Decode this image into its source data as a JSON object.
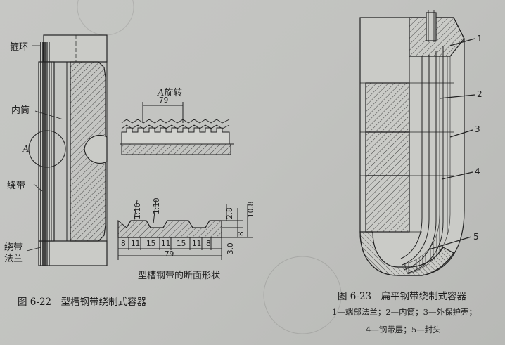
{
  "left_figure": {
    "labels": {
      "hoop_ring": "箍环",
      "inner_cylinder": "内筒",
      "detail_mark": "A",
      "strip": "绕带",
      "strip_flange_line1": "绕带",
      "strip_flange_line2": "法兰"
    },
    "caption": "图 6-22　型槽钢带绕制式容器"
  },
  "section_detail": {
    "title_prefix": "A",
    "title_suffix": "旋转",
    "top_width": "79",
    "slope_1": "1:10",
    "slope_2": "1:10",
    "dims_right": [
      "2.8",
      "10.8",
      "8",
      "3.0"
    ],
    "dims_bottom": [
      "8",
      "11",
      "15",
      "11",
      "15",
      "11",
      "8"
    ],
    "total_width": "79",
    "subcaption": "型槽钢带的断面形状"
  },
  "right_figure": {
    "callouts": [
      "1",
      "2",
      "3",
      "4",
      "5"
    ],
    "caption": "图 6-23　扁平钢带绕制式容器",
    "legend_line1": "1—端部法兰；2—内筒；3—外保护壳；",
    "legend_line2": "4—钢带层；5—封头"
  }
}
